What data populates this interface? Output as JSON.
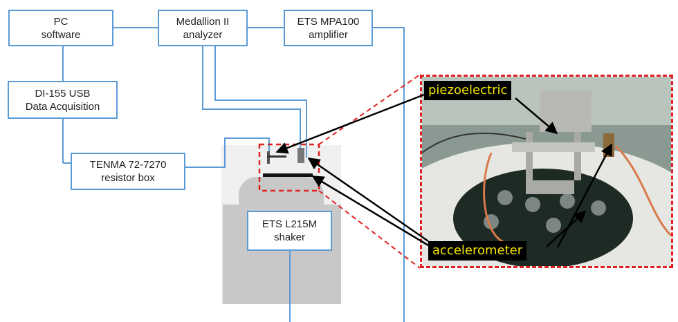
{
  "diagram": {
    "boxes": {
      "pc": [
        "PC",
        "software"
      ],
      "medallion": [
        "Medallion II",
        "analyzer"
      ],
      "ets_amp": [
        "ETS MPA100",
        "amplifier"
      ],
      "daq": [
        "DI-155 USB",
        "Data Acquisition"
      ],
      "tenma": [
        "TENMA 72-7270",
        "resistor box"
      ],
      "shaker": [
        "ETS L215M",
        "shaker"
      ]
    },
    "photo_labels": {
      "piezoelectric": "piezoelectric",
      "accelerometer": "accelerometer"
    },
    "colors": {
      "wire": "#5b9bd5",
      "highlight": "#e02020",
      "label_bg": "#000000",
      "label_text": "#f5e400",
      "shaker_gray": "#c8c8c8"
    }
  }
}
